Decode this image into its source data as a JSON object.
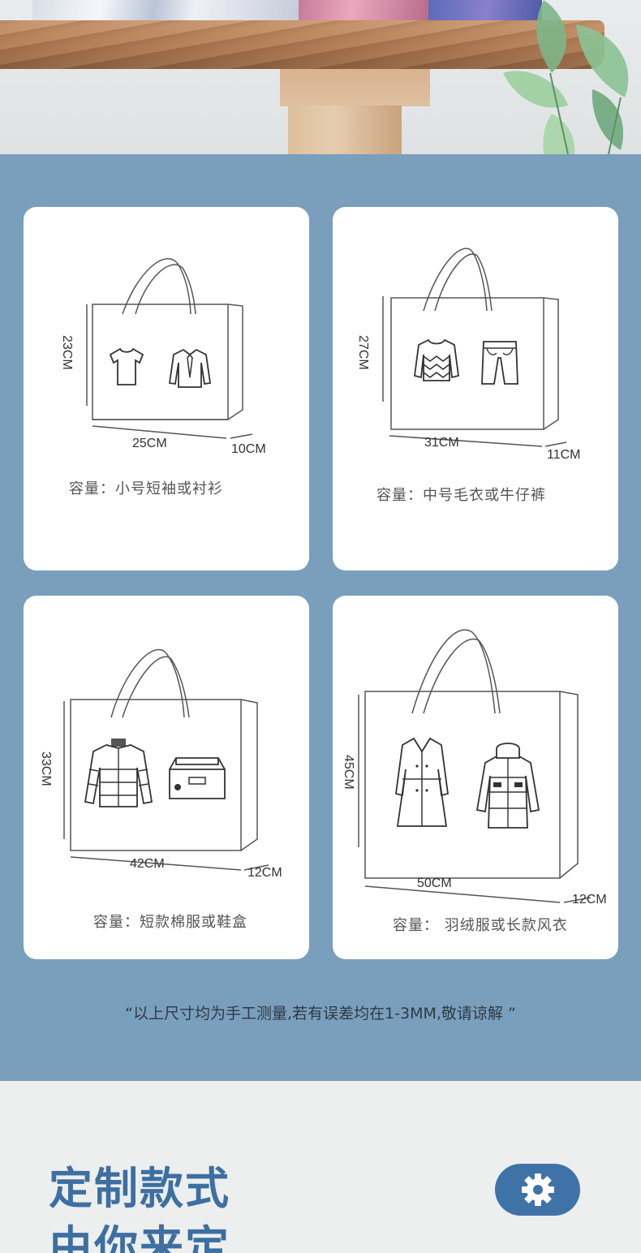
{
  "cards": [
    {
      "height_label": "23CM",
      "width_label": "25CM",
      "depth_label": "10CM",
      "caption": "容量：小号短袖或衬衫",
      "items": [
        "t-shirt-icon",
        "dress-shirt-icon"
      ]
    },
    {
      "height_label": "27CM",
      "width_label": "31CM",
      "depth_label": "11CM",
      "caption": "容量：中号毛衣或牛仔裤",
      "items": [
        "sweater-icon",
        "jeans-icon"
      ]
    },
    {
      "height_label": "33CM",
      "width_label": "42CM",
      "depth_label": "12CM",
      "caption": "容量：短款棉服或鞋盒",
      "items": [
        "puffer-jacket-icon",
        "shoe-box-icon"
      ]
    },
    {
      "height_label": "45CM",
      "width_label": "50CM",
      "depth_label": "12CM",
      "caption": "容量： 羽绒服或长款风衣",
      "items": [
        "trench-coat-icon",
        "down-jacket-icon"
      ]
    }
  ],
  "note": "“以上尺寸均为手工测量,若有误差均在1-3MM,敬请谅解 ”",
  "bottom": {
    "headline_line1": "定制款式",
    "headline_line2": "由你来定",
    "button_icon": "gear-icon"
  },
  "colors": {
    "page_bg": "#7a9fbd",
    "card_bg": "#ffffff",
    "accent": "#3d6fa1",
    "bottom_bg": "#edeeee"
  }
}
